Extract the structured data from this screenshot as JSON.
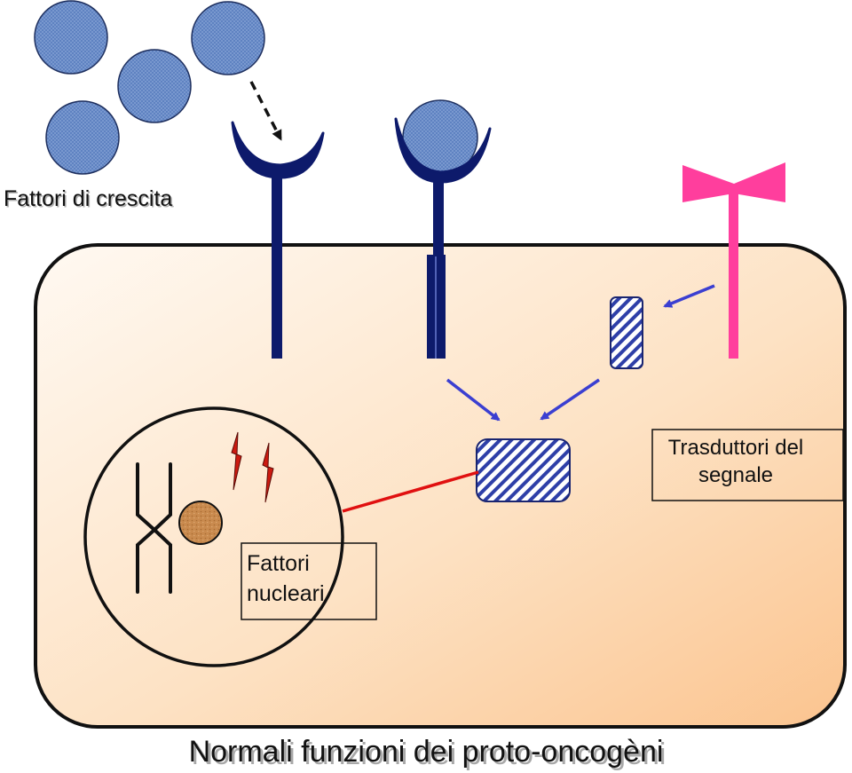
{
  "labels": {
    "growth_factors": "Fattori di crescita",
    "nuclear_factors_line1": "Fattori",
    "nuclear_factors_line2": "nucleari",
    "transducers_line1": "Trasduttori del",
    "transducers_line2": "segnale",
    "caption": "Normali funzioni dei proto-oncogèni"
  },
  "colors": {
    "growth_factor_fill": "#5b7fbf",
    "growth_factor_stroke": "#1e2f5e",
    "receptor": "#0d1a6b",
    "pink_receptor": "#ff3e9d",
    "arrow_blue": "#3b3fd1",
    "hatch": "#2e3fa8",
    "link_red": "#e01010",
    "cell_fill_light": "#fff7ee",
    "cell_fill_dark": "#fbc995",
    "nucleolus": "#c98a4e",
    "chromosome_marks": "#cc1a10"
  }
}
